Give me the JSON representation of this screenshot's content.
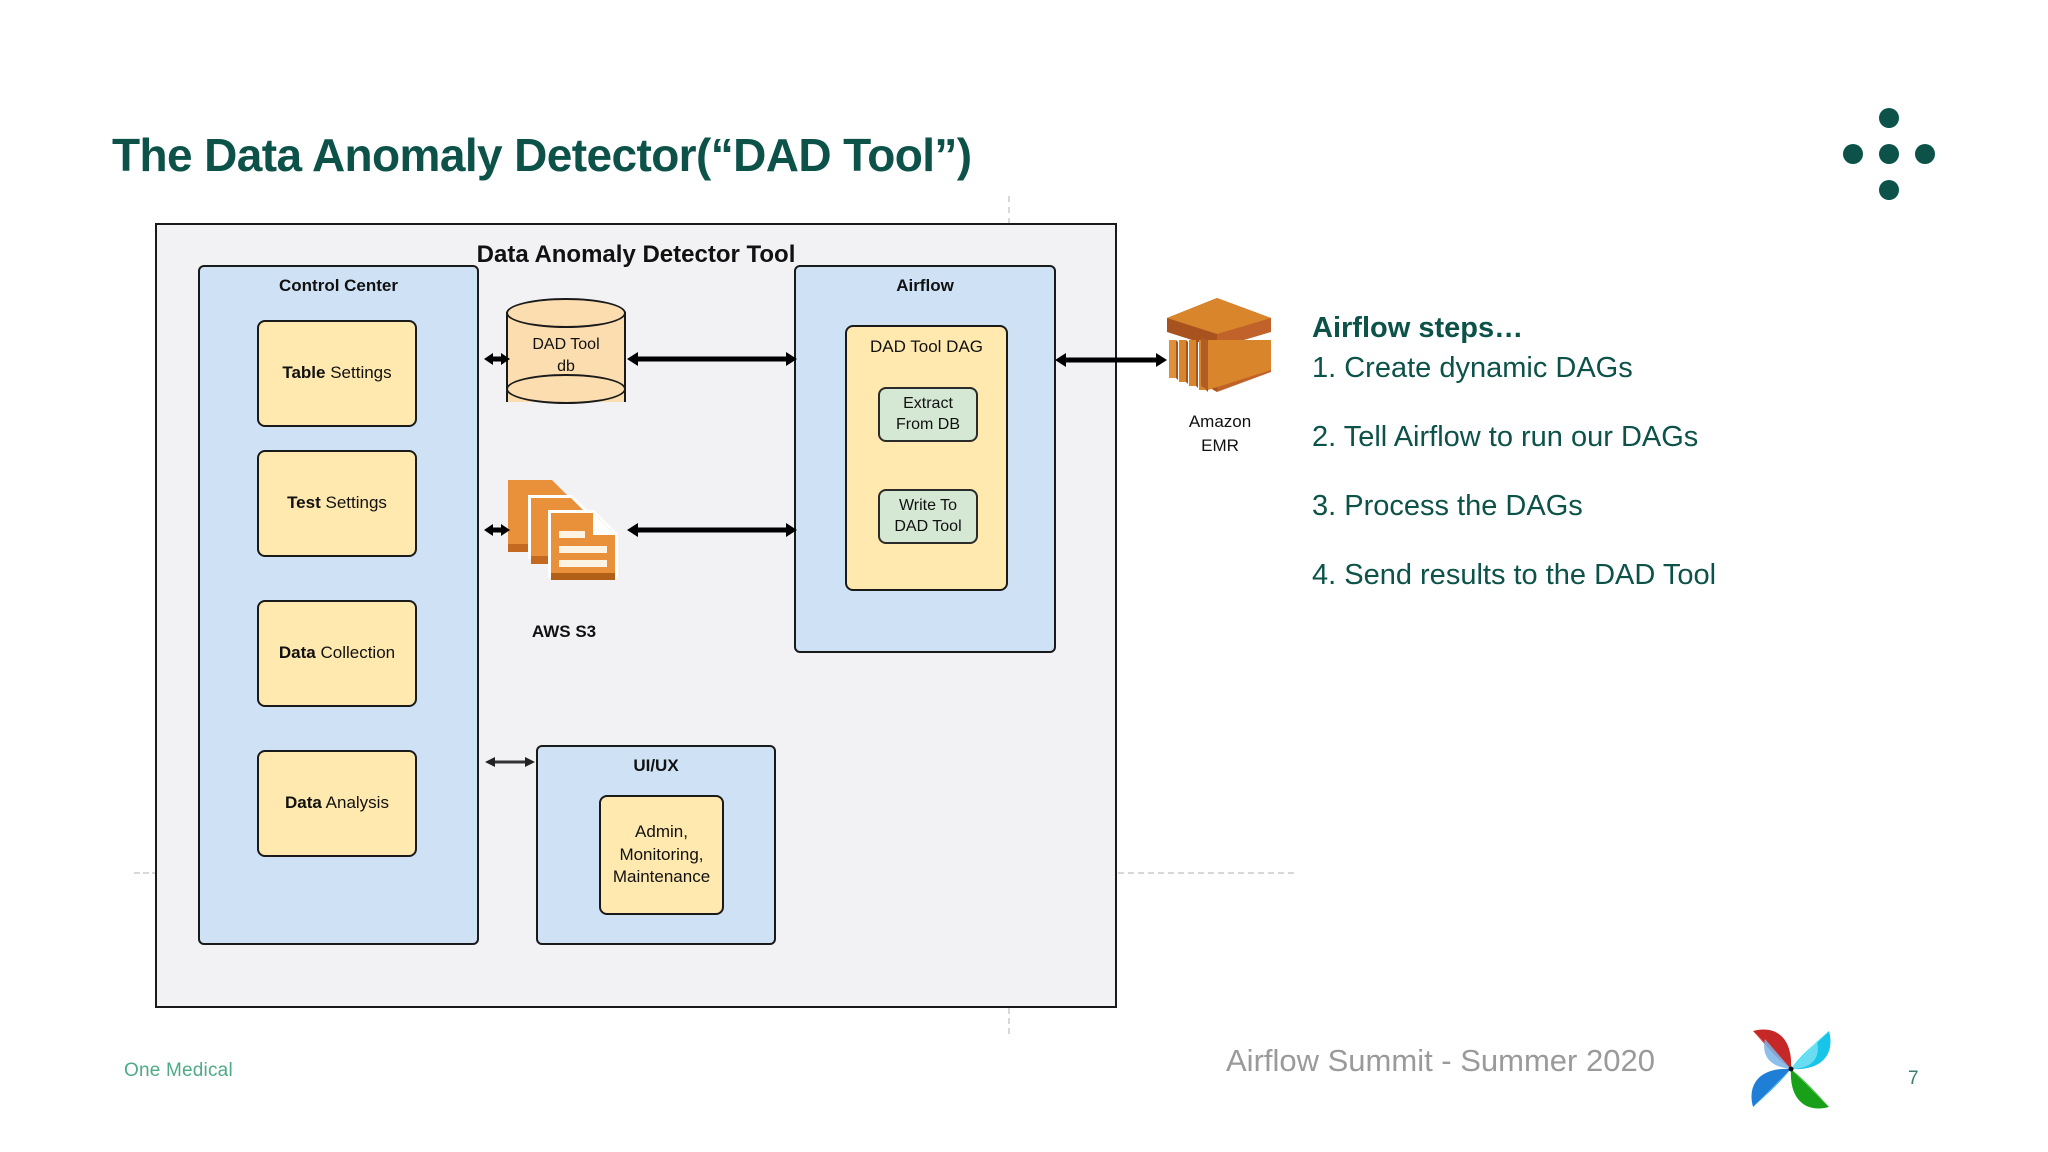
{
  "slide": {
    "title": "The Data Anomaly Detector(“DAD Tool”)",
    "page_number": "7",
    "accent_color": "#0c5249",
    "brand_color": "#4faa86"
  },
  "diagram": {
    "frame_title": "Data Anomaly Detector Tool",
    "control_center": {
      "title": "Control Center",
      "items": [
        {
          "bold": "Table",
          "rest": " Settings"
        },
        {
          "bold": "Test",
          "rest": " Settings"
        },
        {
          "bold": "Data",
          "rest": " Collection"
        },
        {
          "bold": "Data",
          "rest": " Analysis"
        }
      ]
    },
    "database": {
      "line1": "DAD Tool",
      "line2": "db",
      "fill_color": "#fbddb0"
    },
    "aws_s3": {
      "label": "AWS S3",
      "icon": "aws-s3-icon",
      "color": "#e8903a"
    },
    "airflow_group": {
      "title": "Airflow",
      "dag_title": "DAD Tool DAG",
      "tasks": [
        {
          "line1": "Extract",
          "line2": "From DB"
        },
        {
          "line1": "Write To",
          "line2": "DAD Tool"
        }
      ]
    },
    "uiux_group": {
      "title": "UI/UX",
      "node_lines": [
        "Admin,",
        "Monitoring,",
        "Maintenance"
      ]
    },
    "amazon_emr": {
      "line1": "Amazon",
      "line2": "EMR",
      "icon": "amazon-emr-icon",
      "color": "#d9852b"
    },
    "colors": {
      "frame_bg": "#f2f2f4",
      "group_bg": "#cfe2f5",
      "node_yellow": "#ffe9ae",
      "node_green": "#d5e8d4",
      "stroke": "#1a1a1a"
    }
  },
  "steps_panel": {
    "heading": "Airflow steps…",
    "steps": [
      "1. Create dynamic DAGs",
      "2. Tell Airflow to run our DAGs",
      "3. Process the DAGs",
      "4. Send results to the DAD Tool"
    ]
  },
  "footer": {
    "brand": "One Medical",
    "event": "Airflow Summit - Summer 2020",
    "logo": "airflow-pinwheel-logo"
  }
}
